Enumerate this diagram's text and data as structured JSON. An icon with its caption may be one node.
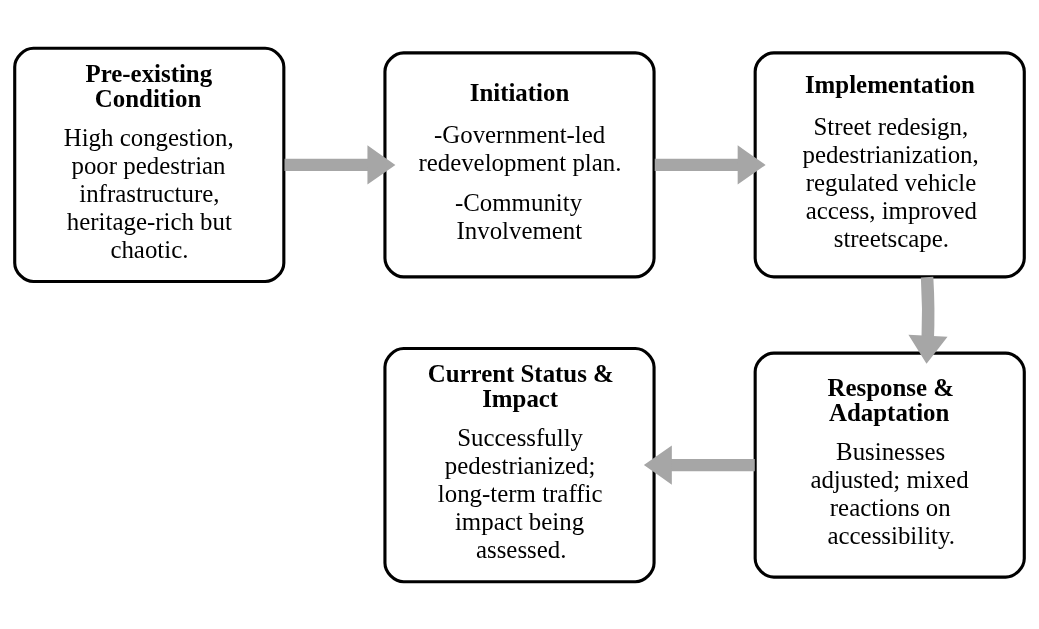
{
  "diagram": {
    "nodes": [
      {
        "text": [
          "Pre-existing Condition",
          "High congestion, poor pedestrian infrastructure, heritage-rich but chaotic."
        ]
      },
      {
        "text": [
          "Initiation",
          "-Government-led redevelopment plan.",
          "-Community Involvement"
        ]
      },
      {
        "text": [
          "Implementation",
          "Street redesign, pedestrianization, regulated vehicle access, improved streetscape."
        ]
      },
      {
        "text": [
          "Response & Adaptation",
          "Businesses adjusted; mixed reactions on accessibility."
        ]
      },
      {
        "text": [
          "Current Status & Impact",
          "Successfully pedestrianized; long-term traffic impact being assessed."
        ]
      }
    ],
    "edges": [
      {
        "from": 0,
        "to": 1,
        "arrow": "to"
      },
      {
        "from": 1,
        "to": 2,
        "arrow": "to"
      },
      {
        "from": 2,
        "to": 3,
        "arrow": "to"
      },
      {
        "from": 3,
        "to": 4,
        "arrow": "to"
      }
    ]
  }
}
